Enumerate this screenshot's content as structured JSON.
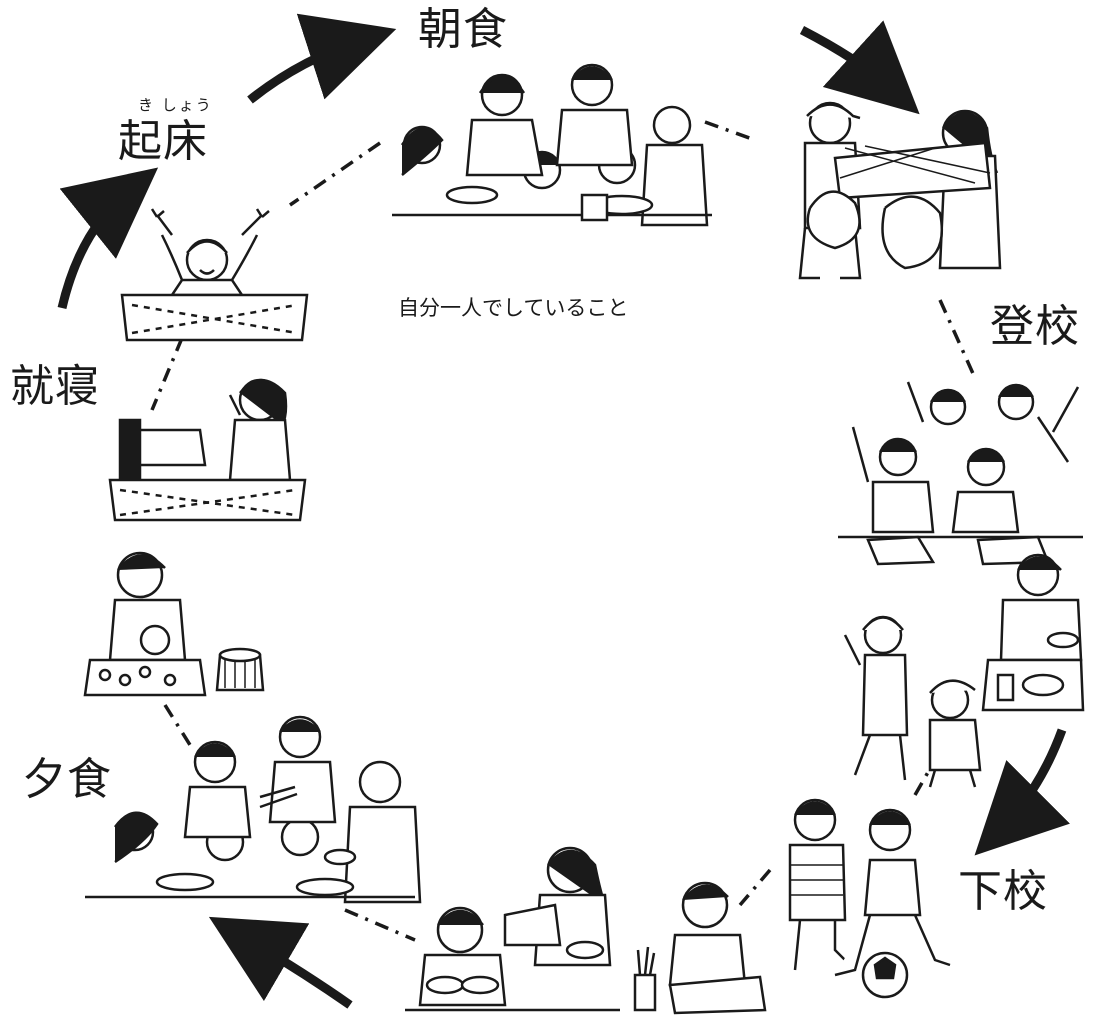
{
  "diagram": {
    "center_caption": "自分一人でしていること",
    "steps": [
      {
        "id": "wake",
        "label": "起床",
        "ruby": "き しょう",
        "icon": "waking-up-in-bed-illustration"
      },
      {
        "id": "breakfast",
        "label": "朝食",
        "icon": "family-breakfast-illustration"
      },
      {
        "id": "go-to-school",
        "label": "登校",
        "icon": "going-to-school-with-garbage-illustration"
      },
      {
        "id": "leave-school",
        "label": "下校",
        "icon": "walking-home-from-school-illustration"
      },
      {
        "id": "dinner",
        "label": "夕食",
        "icon": "family-dinner-illustration"
      },
      {
        "id": "bedtime",
        "label": "就寝",
        "icon": "going-to-bed-illustration"
      }
    ],
    "activities": [
      {
        "id": "classroom",
        "icon": "classroom-hands-raised-illustration"
      },
      {
        "id": "school-lunch",
        "icon": "school-lunch-illustration"
      },
      {
        "id": "playing-soccer",
        "icon": "playing-soccer-illustration"
      },
      {
        "id": "studying",
        "icon": "studying-at-desk-illustration"
      },
      {
        "id": "helping-cook",
        "icon": "helping-prepare-dinner-illustration"
      },
      {
        "id": "washing-dishes",
        "icon": "washing-dishes-illustration"
      }
    ]
  },
  "colors": {
    "ink": "#1a1a1a",
    "background": "#ffffff"
  }
}
